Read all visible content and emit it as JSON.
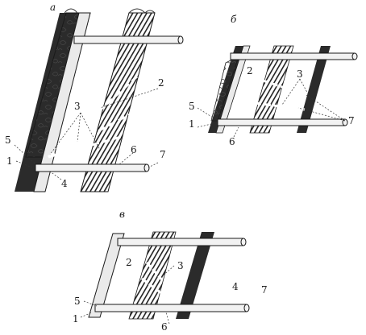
{
  "panels": {
    "a": {
      "letter": "а",
      "labels": {
        "n1": "1",
        "n2": "2",
        "n3": "3",
        "n4": "4",
        "n5": "5",
        "n6": "6",
        "n7": "7"
      }
    },
    "b": {
      "letter": "б",
      "labels": {
        "n1": "1",
        "n2": "2",
        "n3": "3",
        "n5": "5",
        "n6": "6",
        "n7": "7"
      }
    },
    "v": {
      "letter": "в",
      "labels": {
        "n1": "1",
        "n2": "2",
        "n3": "3",
        "n4": "4",
        "n5": "5",
        "n6": "6",
        "n7": "7"
      }
    }
  },
  "colors": {
    "seam": "#2b2b2b",
    "outline": "#1a1a1a",
    "tube": "#f2f2f2",
    "rubble": "#ffffff"
  }
}
